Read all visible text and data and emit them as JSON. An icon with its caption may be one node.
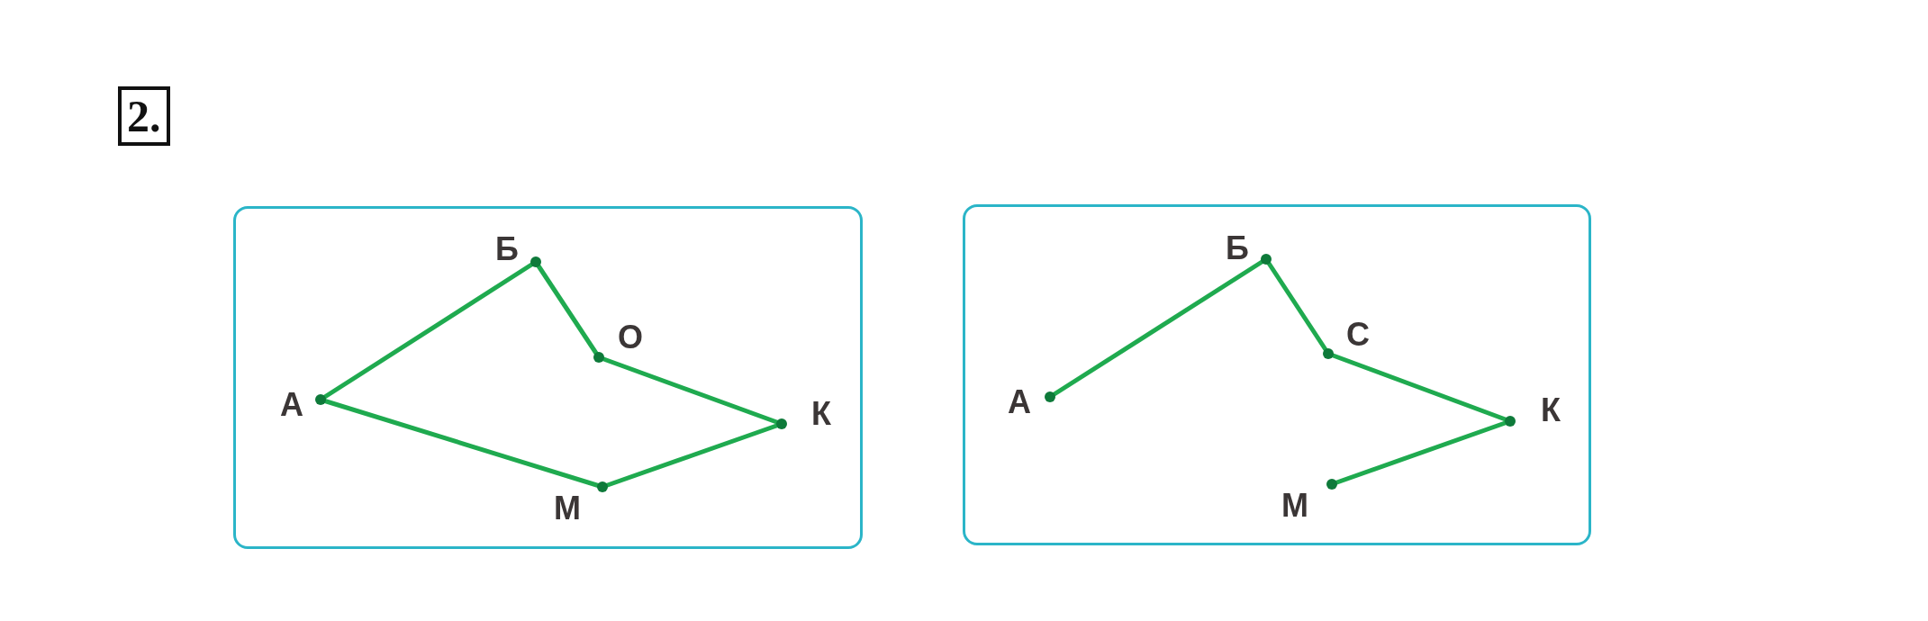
{
  "diagram": {
    "nodes": [
      {
        "text": [],
        "shape": "box"
      },
      {
        "text": [
          "А"
        ],
        "in": 0
      },
      {
        "text": [
          "Б"
        ],
        "in": 0
      },
      {
        "text": [
          "О"
        ],
        "in": 0
      },
      {
        "text": [
          "К"
        ],
        "in": 0
      },
      {
        "text": [
          "М"
        ],
        "in": 0
      },
      {
        "text": [],
        "shape": "box"
      },
      {
        "text": [
          "А"
        ],
        "in": 6
      },
      {
        "text": [
          "Б"
        ],
        "in": 6
      },
      {
        "text": [
          "С"
        ],
        "in": 6
      },
      {
        "text": [
          "К"
        ],
        "in": 6
      },
      {
        "text": [
          "М"
        ],
        "in": 6
      }
    ],
    "edges": [
      {
        "from": 1,
        "to": 2,
        "arrow": "none"
      },
      {
        "from": 2,
        "to": 3,
        "arrow": "none"
      },
      {
        "from": 3,
        "to": 4,
        "arrow": "none"
      },
      {
        "from": 4,
        "to": 5,
        "arrow": "none"
      },
      {
        "from": 5,
        "to": 1,
        "arrow": "none"
      },
      {
        "from": 7,
        "to": 8,
        "arrow": "none"
      },
      {
        "from": 8,
        "to": 9,
        "arrow": "none"
      },
      {
        "from": 9,
        "to": 10,
        "arrow": "none"
      },
      {
        "from": 10,
        "to": 11,
        "arrow": "none"
      }
    ],
    "labels": [
      "2."
    ]
  }
}
